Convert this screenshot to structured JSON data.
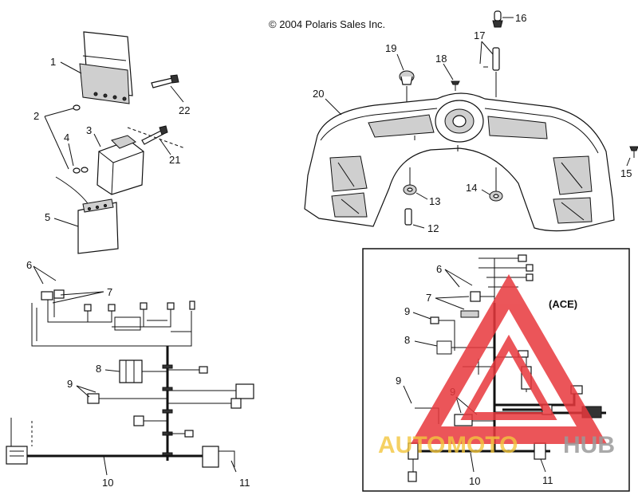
{
  "copyright": "© 2004 Polaris Sales Inc.",
  "inset_title": "(ACE)",
  "watermark": {
    "part1": "AUTO",
    "part2": "MOTO",
    "part3": "HUB"
  },
  "callouts": {
    "c1": "1",
    "c2": "2",
    "c3": "3",
    "c4": "4",
    "c5": "5",
    "c6": "6",
    "c7": "7",
    "c8": "8",
    "c9": "9",
    "c10": "10",
    "c11": "11",
    "c12": "12",
    "c13": "13",
    "c14": "14",
    "c15": "15",
    "c16": "16",
    "c17": "17",
    "c18": "18",
    "c19": "19",
    "c20": "20",
    "c21": "21",
    "c22": "22"
  },
  "inset_callouts": {
    "c6": "6",
    "c7": "7",
    "c9a": "9",
    "c8": "8",
    "c9b": "9",
    "c9c": "9",
    "c10": "10",
    "c11": "11"
  },
  "colors": {
    "line": "#111111",
    "watermark_red": "#e8383d",
    "watermark_yellow": "#f2c53d",
    "watermark_gray": "#9a9a9a"
  }
}
